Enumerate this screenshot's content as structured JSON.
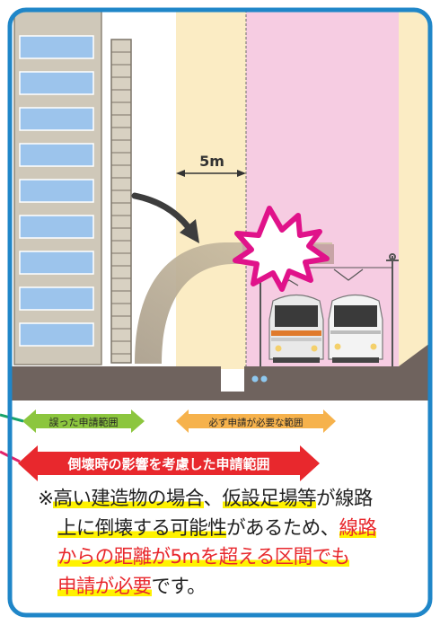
{
  "illustration": {
    "distance_label": "5m",
    "wrong_range_label": "誤った申請範囲",
    "required_range_label": "必ず申請が必要な範囲",
    "collapse_range_label": "倒壊時の影響を考慮した申請範囲"
  },
  "note": {
    "mark": "※",
    "l1_a": "高い建造物の場合",
    "l1_b": "、",
    "l1_c": "仮設足場等",
    "l1_d": "が線路",
    "l2_a": "上に倒壊する可能性",
    "l2_b": "があるため、",
    "l2_c": "線路",
    "l3": "からの距離が5mを超える区間でも",
    "l4_a": "申請が必要",
    "l4_b": "です。"
  },
  "colors": {
    "frame_blue": "#1f86c8",
    "rail_zone_pink": "#f6cce2",
    "buffer_zone_beige": "#fbecc4",
    "ground_brown": "#6f635e",
    "green_arrow": "#8cc63e",
    "orange_arrow": "#f6b24c",
    "red_arrow": "#e8282d",
    "highlight_yellow": "#fff200"
  }
}
